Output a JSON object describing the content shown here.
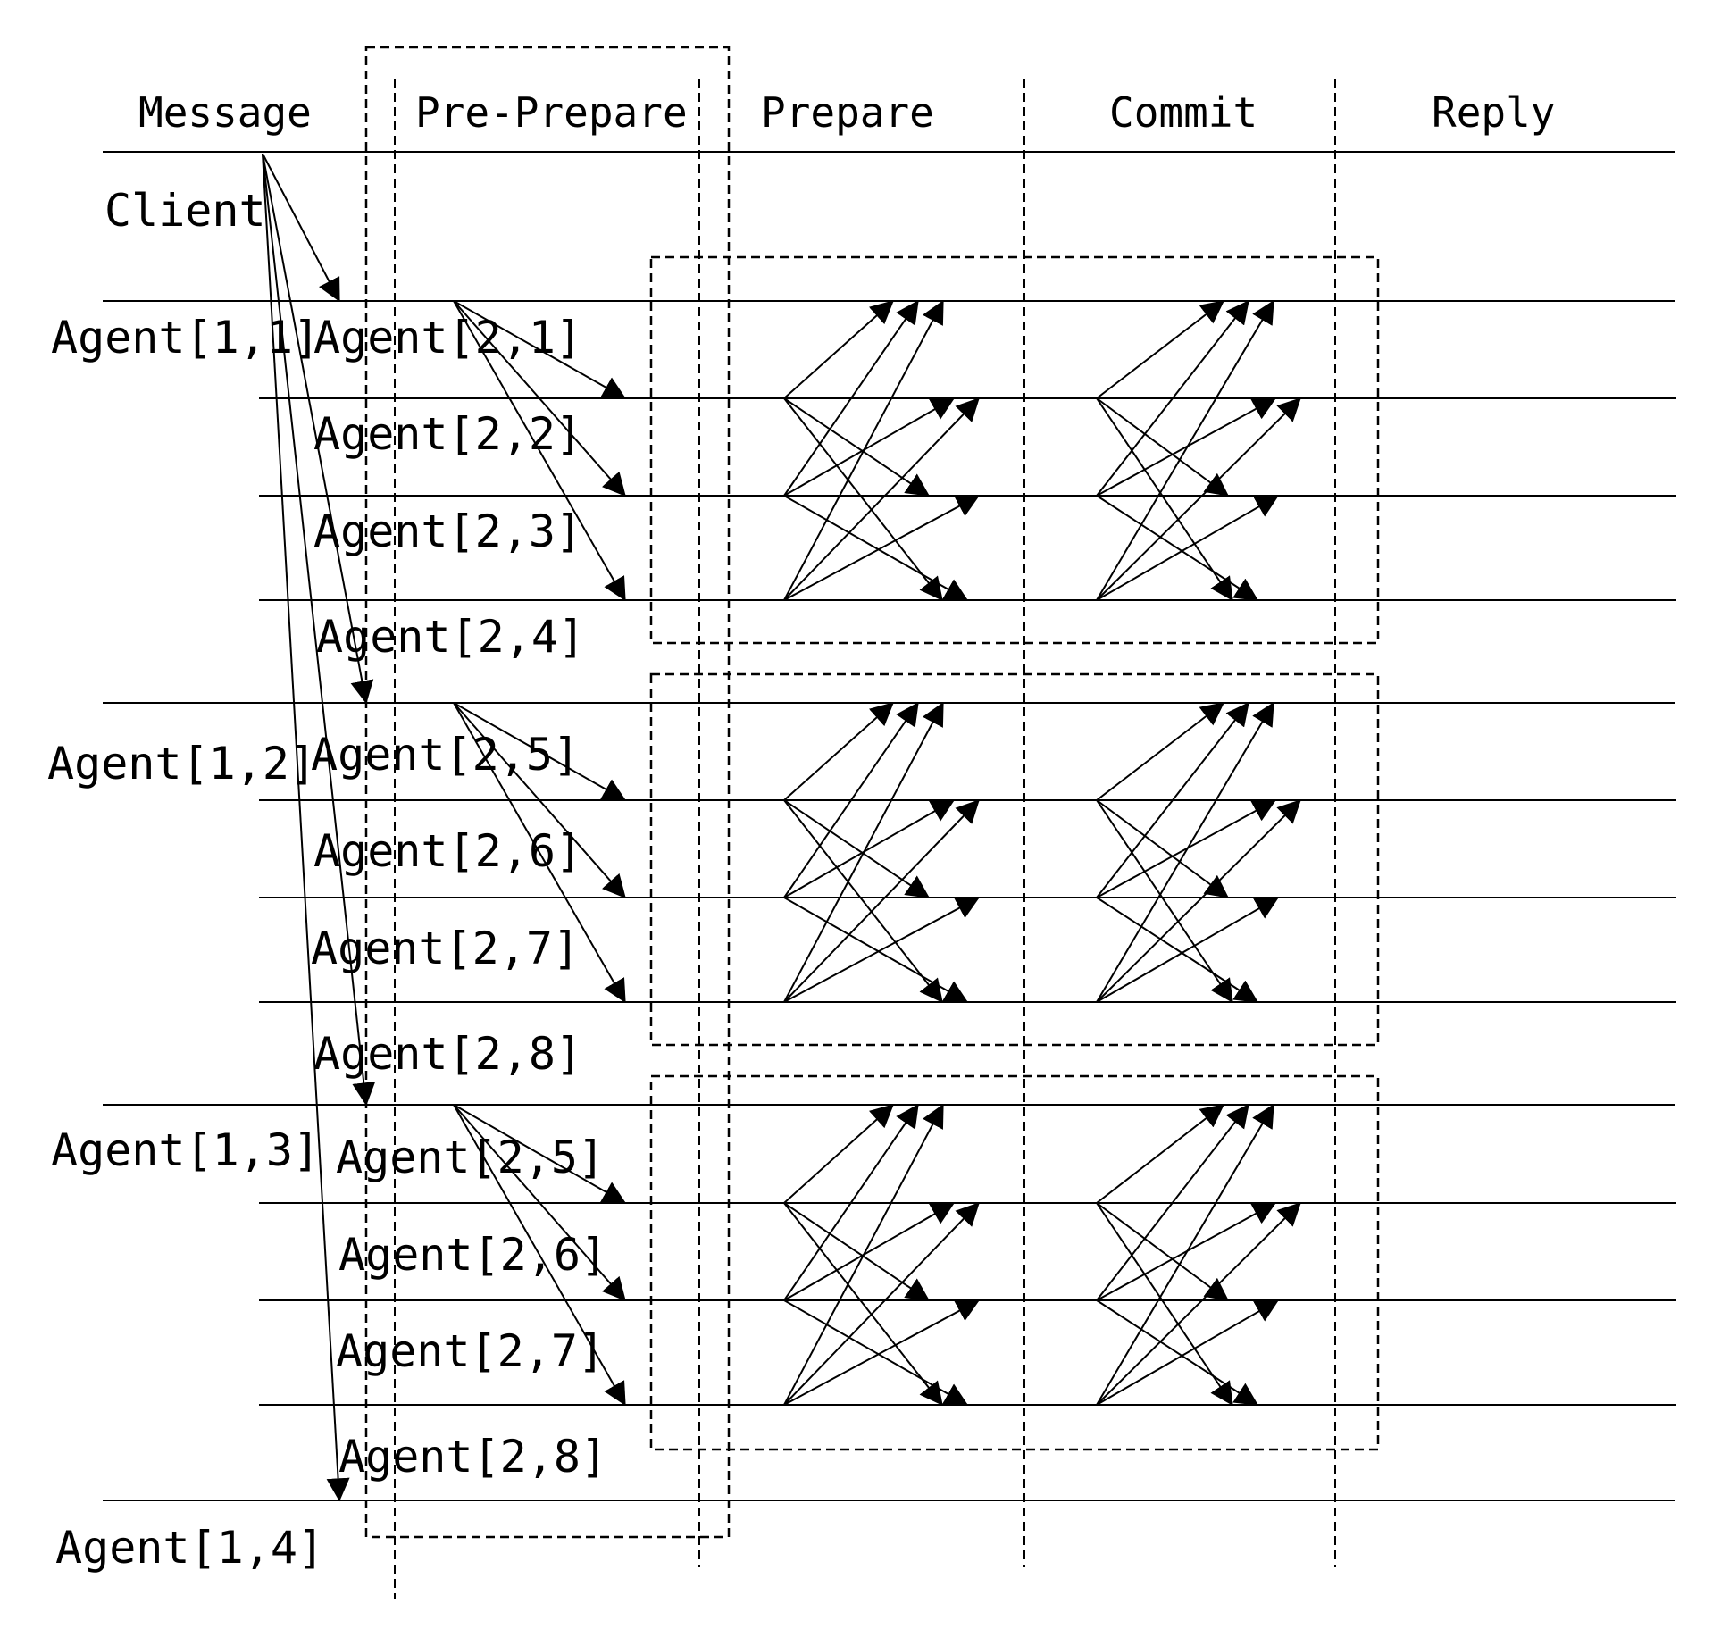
{
  "phases": {
    "message": "Message",
    "pre_prepare": "Pre-Prepare",
    "prepare": "Prepare",
    "commit": "Commit",
    "reply": "Reply"
  },
  "client": "Client",
  "primary_agents": [
    "Agent[1,1]",
    "Agent[1,2]",
    "Agent[1,3]",
    "Agent[1,4]"
  ],
  "groups": [
    {
      "agents": [
        "Agent[2,1]",
        "Agent[2,2]",
        "Agent[2,3]",
        "Agent[2,4]"
      ]
    },
    {
      "agents": [
        "Agent[2,5]",
        "Agent[2,6]",
        "Agent[2,7]",
        "Agent[2,8]"
      ]
    },
    {
      "agents": [
        "Agent[2,5]",
        "Agent[2,6]",
        "Agent[2,7]",
        "Agent[2,8]"
      ]
    }
  ],
  "colors": {
    "line": "#000000",
    "background": "#ffffff"
  }
}
